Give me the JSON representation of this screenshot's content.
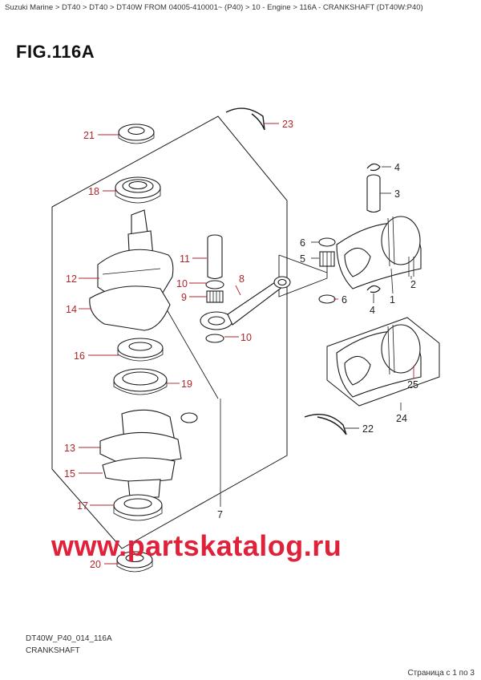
{
  "breadcrumb": "Suzuki Marine > DT40 > DT40 > DT40W FROM 04005-410001~ (P40) > 10 - Engine > 116A - CRANKSHAFT (DT40W:P40)",
  "figure_title": "FIG.116A",
  "callouts": [
    "21",
    "23",
    "18",
    "12",
    "14",
    "16",
    "19",
    "13",
    "15",
    "17",
    "20",
    "11",
    "10",
    "9",
    "8",
    "10",
    "7",
    "6",
    "5",
    "6",
    "4",
    "3",
    "4",
    "1",
    "2",
    "25",
    "24",
    "22"
  ],
  "watermark": "www.partskatalog.ru",
  "drawing_code": "DT40W_P40_014_116A",
  "caption": "CRANKSHAFT",
  "pager": "Страница с 1 по 3",
  "colors": {
    "callout": "#b0252b",
    "watermark": "#e0213a",
    "line": "#1a1a1a"
  }
}
